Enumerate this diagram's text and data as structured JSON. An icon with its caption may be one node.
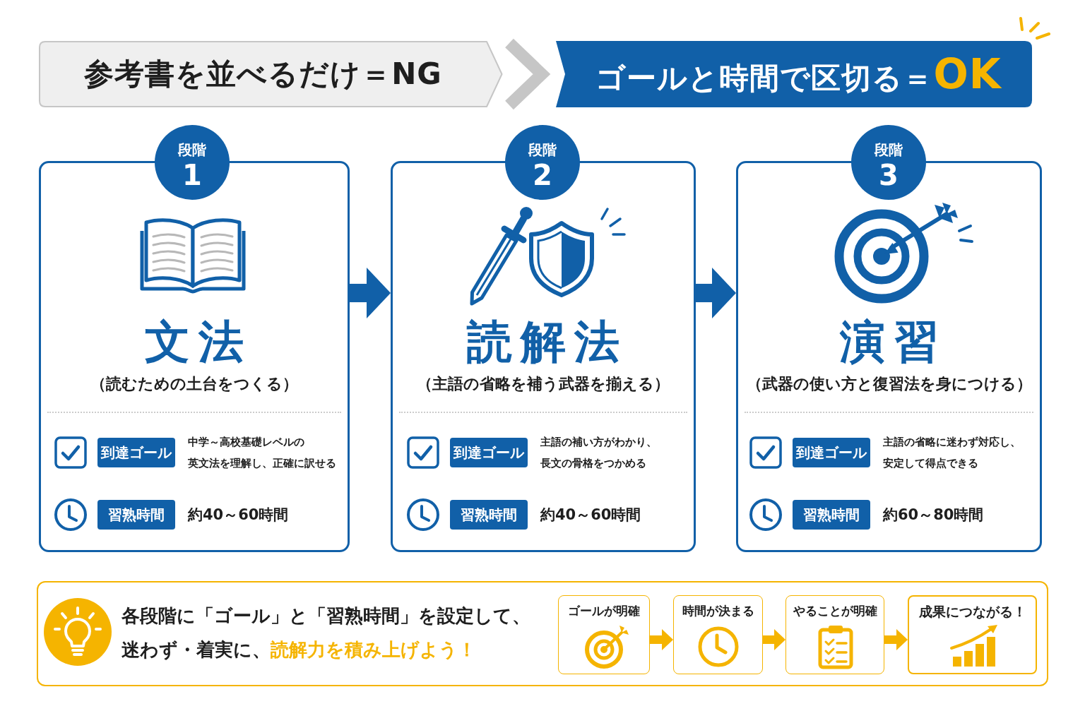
{
  "diagram": {
    "nodes": [
      {
        "text": [
          "参考書を並べるだけ＝NG"
        ]
      },
      {
        "text": [
          "ゴールと時間で区切る＝**OK**"
        ]
      },
      {
        "text": [
          "段階",
          "1"
        ]
      },
      {
        "text": [
          "文法",
          "（読むための土台をつくる）"
        ]
      },
      {
        "text": [
          "到達ゴール"
        ],
        "in": 3,
        "beside": [
          "中学～高校基礎レベルの英文法を理解し、正確に訳せる"
        ]
      },
      {
        "text": [
          "習熟時間"
        ],
        "in": 3,
        "beside": [
          "約40～60時間"
        ]
      },
      {
        "text": [
          "段階",
          "2"
        ]
      },
      {
        "text": [
          "読解法",
          "（主語の省略を補う武器を揃える）"
        ]
      },
      {
        "text": [
          "到達ゴール"
        ],
        "in": 7,
        "beside": [
          "主語の補い方がわかり、長文の骨格をつかめる"
        ]
      },
      {
        "text": [
          "習熟時間"
        ],
        "in": 7,
        "beside": [
          "約40～60時間"
        ]
      },
      {
        "text": [
          "段階",
          "3"
        ]
      },
      {
        "text": [
          "演習",
          "（武器の使い方と復習法を身につける）"
        ]
      },
      {
        "text": [
          "到達ゴール"
        ],
        "in": 11,
        "beside": [
          "主語の省略に迷わず対応し、安定して得点できる"
        ]
      },
      {
        "text": [
          "習熟時間"
        ],
        "in": 11,
        "beside": [
          "約60～80時間"
        ]
      },
      {
        "text": [
          "各段階に「ゴール」と「習熟時間」を設定して、迷わず・着実に、**読解力を積み上げよう！**"
        ]
      },
      {
        "text": [
          "ゴールが明確"
        ],
        "in": 14
      },
      {
        "text": [
          "時間が決まる"
        ],
        "in": 14
      },
      {
        "text": [
          "やることが明確"
        ],
        "in": 14
      },
      {
        "text": [
          "成果につながる！"
        ],
        "in": 14
      }
    ],
    "edges": [
      {
        "from": 0,
        "to": 1,
        "arrow": "to",
        "color": "#c6c6c6"
      },
      {
        "from": 3,
        "to": 7,
        "arrow": "to",
        "style": "thick",
        "color": "#1160a8"
      },
      {
        "from": 7,
        "to": 11,
        "arrow": "to",
        "style": "thick",
        "color": "#1160a8"
      },
      {
        "from": 15,
        "to": 16,
        "arrow": "to",
        "color": "#f5b400"
      },
      {
        "from": 16,
        "to": 17,
        "arrow": "to",
        "color": "#f5b400"
      },
      {
        "from": 17,
        "to": 18,
        "arrow": "to",
        "color": "#f5b400"
      }
    ]
  }
}
